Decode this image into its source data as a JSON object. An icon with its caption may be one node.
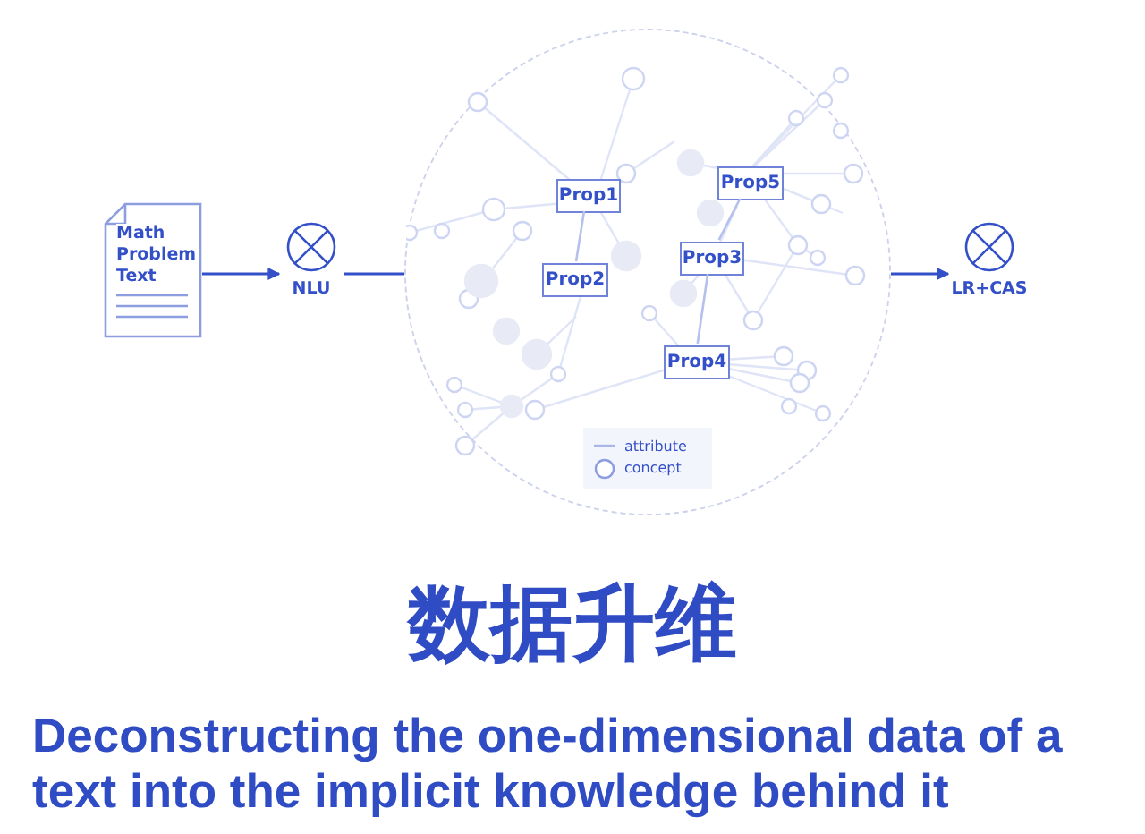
{
  "diagram": {
    "title": "数据升维",
    "caption": "Deconstructing the one-dimensional data of a text into the implicit knowledge behind it",
    "nodes": [
      {
        "text": [
          "Math Problem Text"
        ]
      },
      {
        "text": [
          "NLU"
        ]
      },
      {
        "text": [],
        "shape": "circle"
      },
      {
        "text": [
          "Prop1"
        ],
        "in": 2
      },
      {
        "text": [
          "Prop5"
        ],
        "in": 2
      },
      {
        "text": [
          "Prop2"
        ],
        "in": 2
      },
      {
        "text": [
          "Prop3"
        ],
        "in": 2
      },
      {
        "text": [
          "Prop4"
        ],
        "in": 2
      },
      {
        "text": [
          "LR+CAS"
        ]
      }
    ],
    "edges": [
      {
        "from": 0,
        "to": 1,
        "arrow": "to"
      },
      {
        "from": 1,
        "to": 2,
        "arrow": "none"
      },
      {
        "from": 2,
        "to": 8,
        "arrow": "to"
      },
      {
        "from": 3,
        "to": 5,
        "arrow": "none",
        "color": "#b4c0ee"
      },
      {
        "from": 6,
        "to": 4,
        "arrow": "none",
        "color": "#b4c0ee"
      },
      {
        "from": 6,
        "to": 7,
        "arrow": "none",
        "color": "#b4c0ee"
      }
    ],
    "legend": [
      {
        "text": "attribute"
      },
      {
        "text": "concept"
      }
    ]
  }
}
